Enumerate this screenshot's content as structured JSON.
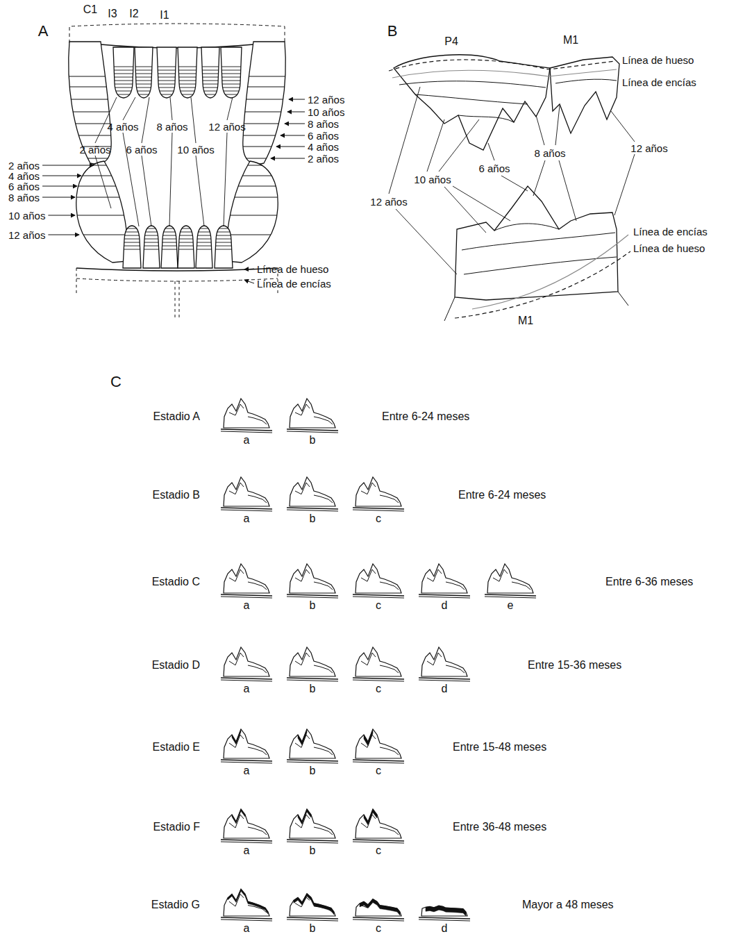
{
  "diagram": {
    "labels": [
      "A",
      "C1",
      "I3",
      "I2",
      "I1",
      "12 años",
      "10 años",
      "8 años",
      "6 años",
      "4 años",
      "2 años",
      "4 años",
      "8 años",
      "12 años",
      "2 años",
      "6 años",
      "10 años",
      "2 años",
      "4 años",
      "6 años",
      "8 años",
      "10 años",
      "12 años",
      "Línea de hueso",
      "Línea de encías",
      "B",
      "P4",
      "M1",
      "Línea de hueso",
      "Línea de encías",
      "8 años",
      "12 años",
      "6 años",
      "10 años",
      "12 años",
      "Línea de encías",
      "Línea de hueso",
      "M1",
      "C",
      "Estadio A",
      "a",
      "b",
      "Entre 6-24 meses",
      "Estadio B",
      "a",
      "b",
      "c",
      "Entre 6-24 meses",
      "Estadio C",
      "a",
      "b",
      "c",
      "d",
      "e",
      "Entre 6-36 meses",
      "Estadio D",
      "a",
      "b",
      "c",
      "d",
      "Entre 15-36 meses",
      "Estadio E",
      "a",
      "b",
      "c",
      "Entre 15-48 meses",
      "Estadio F",
      "a",
      "b",
      "c",
      "Entre 36-48 meses",
      "Estadio G",
      "a",
      "b",
      "c",
      "d",
      "Mayor a 48 meses"
    ]
  }
}
